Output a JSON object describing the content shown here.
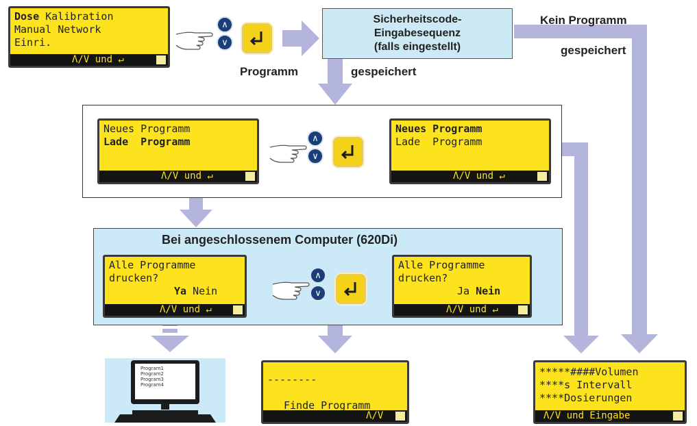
{
  "screen_top_left": {
    "l1_bold": "Dose",
    "l1_rest": " Kalibration",
    "l2": "Manual Network",
    "l3": "Einri.",
    "bar": "Λ/V und ↵"
  },
  "security_box": {
    "line1": "Sicherheitscode-",
    "line2": "Eingabesequenz",
    "line3": "(falls eingestellt)"
  },
  "label_kein": "Kein Programm",
  "label_gespeichert_right": "gespeichert",
  "label_programm": "Programm",
  "label_gespeichert_mid": "gespeichert",
  "screen_prog_left": {
    "l1": "Neues Programm",
    "l2_bold": "Lade  Programm",
    "bar": "Λ/V und ↵"
  },
  "screen_prog_right": {
    "l1_bold": "Neues Programm",
    "l2": "Lade  Programm",
    "bar": "Λ/V und ↵"
  },
  "computer_panel_title": "Bei angeschlossenem Computer (620Di)",
  "screen_print_left": {
    "l1": "Alle Programme",
    "l2": "drucken?",
    "l3_bold": "Ya",
    "l3_rest": " Nein",
    "bar": "Λ/V und ↵"
  },
  "screen_print_right": {
    "l1": "Alle Programme",
    "l2": "drucken?",
    "l3_rest": "Ja ",
    "l3_bold": "Nein",
    "bar": "Λ/V und ↵"
  },
  "monitor_lines": [
    "Program1",
    "Program2",
    "Program3",
    "Program4"
  ],
  "screen_find": {
    "l1": "--------",
    "l2": "Finde Programm",
    "bar": "Λ/V"
  },
  "screen_volume": {
    "l1": "*****####Volumen",
    "l2": "****s Intervall",
    "l3": "****Dosierungen",
    "bar": "Λ/V und Eingabe"
  },
  "colors": {
    "lcd_yellow": "#fde21e",
    "arrow": "#b3b5dd",
    "panel_blue": "#cbe9f6",
    "button_blue": "#1a3e77"
  }
}
